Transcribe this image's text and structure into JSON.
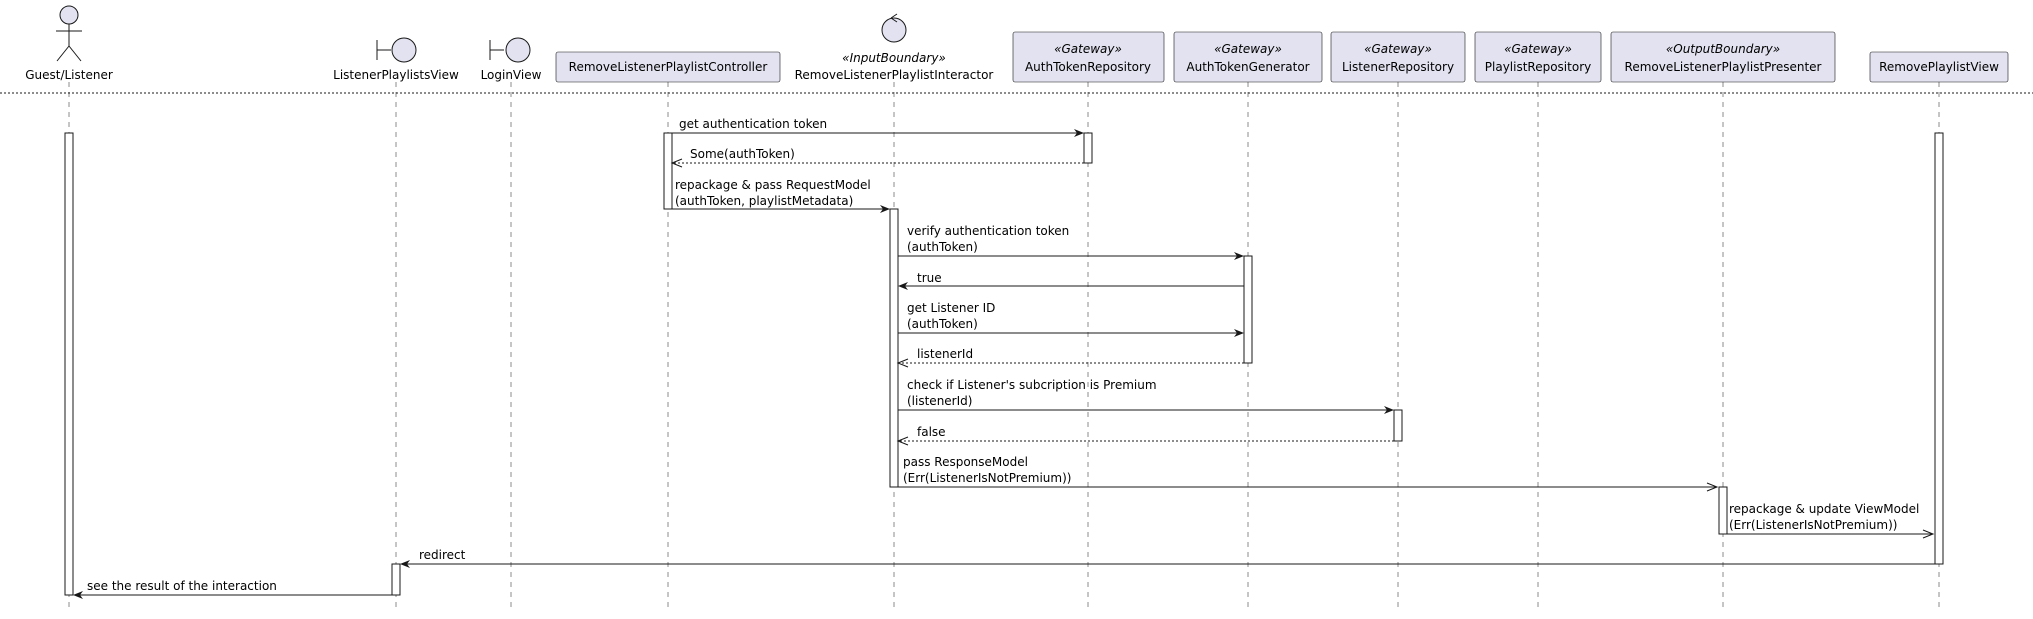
{
  "participants": [
    {
      "id": "guest",
      "name": "Guest/Listener",
      "kind": "actor",
      "stereotype": ""
    },
    {
      "id": "lpview",
      "name": "ListenerPlaylistsView",
      "kind": "boundary",
      "stereotype": ""
    },
    {
      "id": "login",
      "name": "LoginView",
      "kind": "boundary",
      "stereotype": ""
    },
    {
      "id": "controller",
      "name": "RemoveListenerPlaylistController",
      "kind": "participant",
      "stereotype": ""
    },
    {
      "id": "interactor",
      "name": "RemoveListenerPlaylistInteractor",
      "kind": "control",
      "stereotype": "«InputBoundary»"
    },
    {
      "id": "authrepo",
      "name": "AuthTokenRepository",
      "kind": "participant",
      "stereotype": "«Gateway»"
    },
    {
      "id": "authgen",
      "name": "AuthTokenGenerator",
      "kind": "participant",
      "stereotype": "«Gateway»"
    },
    {
      "id": "listenerrepo",
      "name": "ListenerRepository",
      "kind": "participant",
      "stereotype": "«Gateway»"
    },
    {
      "id": "playlistrepo",
      "name": "PlaylistRepository",
      "kind": "participant",
      "stereotype": "«Gateway»"
    },
    {
      "id": "presenter",
      "name": "RemoveListenerPlaylistPresenter",
      "kind": "participant",
      "stereotype": "«OutputBoundary»"
    },
    {
      "id": "rpview",
      "name": "RemovePlaylistView",
      "kind": "participant",
      "stereotype": ""
    }
  ],
  "messages": [
    {
      "from": "controller",
      "to": "authrepo",
      "lines": [
        "get authentication token"
      ],
      "style": "solid"
    },
    {
      "from": "authrepo",
      "to": "controller",
      "lines": [
        "Some(authToken)"
      ],
      "style": "dashed"
    },
    {
      "from": "controller",
      "to": "interactor",
      "lines": [
        "repackage & pass RequestModel",
        "(authToken, playlistMetadata)"
      ],
      "style": "solid"
    },
    {
      "from": "interactor",
      "to": "authgen",
      "lines": [
        "verify authentication token",
        "(authToken)"
      ],
      "style": "solid"
    },
    {
      "from": "authgen",
      "to": "interactor",
      "lines": [
        "true"
      ],
      "style": "solid"
    },
    {
      "from": "interactor",
      "to": "authgen",
      "lines": [
        "get Listener ID",
        "(authToken)"
      ],
      "style": "solid"
    },
    {
      "from": "authgen",
      "to": "interactor",
      "lines": [
        "listenerId"
      ],
      "style": "dashed"
    },
    {
      "from": "interactor",
      "to": "listenerrepo",
      "lines": [
        "check if Listener's subcription is Premium",
        "(listenerId)"
      ],
      "style": "solid"
    },
    {
      "from": "listenerrepo",
      "to": "interactor",
      "lines": [
        "false"
      ],
      "style": "dashed"
    },
    {
      "from": "interactor",
      "to": "presenter",
      "lines": [
        "pass ResponseModel",
        "(Err(ListenerIsNotPremium))"
      ],
      "style": "async"
    },
    {
      "from": "presenter",
      "to": "rpview",
      "lines": [
        "repackage & update ViewModel",
        "(Err(ListenerIsNotPremium))"
      ],
      "style": "async"
    },
    {
      "from": "rpview",
      "to": "lpview",
      "lines": [
        "redirect"
      ],
      "style": "solid"
    },
    {
      "from": "lpview",
      "to": "guest",
      "lines": [
        "see the result of the interaction"
      ],
      "style": "solid"
    }
  ]
}
